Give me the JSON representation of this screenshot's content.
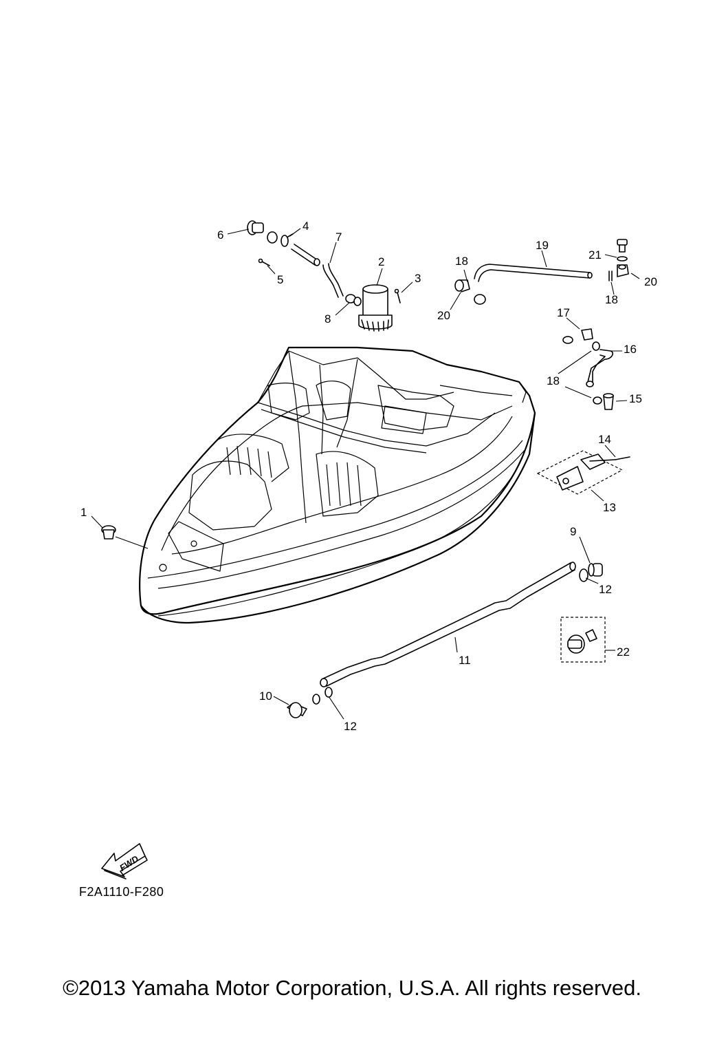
{
  "diagram_code": "F2A1110-F280",
  "copyright": "©2013 Yamaha Motor Corporation, U.S.A. All rights reserved.",
  "fwd_arrow_label": "FWD",
  "callouts": [
    "1",
    "2",
    "3",
    "4",
    "5",
    "6",
    "7",
    "8",
    "9",
    "10",
    "11",
    "12",
    "12",
    "13",
    "14",
    "15",
    "16",
    "17",
    "18",
    "18",
    "18",
    "19",
    "20",
    "20",
    "21",
    "22"
  ]
}
